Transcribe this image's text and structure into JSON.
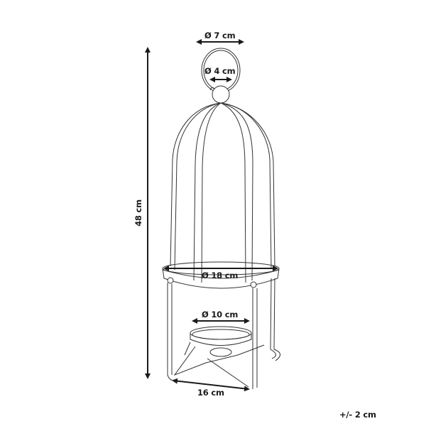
{
  "diagram": {
    "type": "product-dimension-drawing",
    "subject": "lantern",
    "line_color": "#1a1a1a",
    "background": "#ffffff",
    "dimensions": {
      "ring_outer_diameter": "Ø 7 cm",
      "ring_inner_diameter": "Ø 4 cm",
      "height": "48 cm",
      "body_diameter": "Ø 18 cm",
      "candle_holder_diameter": "Ø 10 cm",
      "base_width": "16 cm"
    },
    "tolerance": "+/- 2 cm"
  }
}
